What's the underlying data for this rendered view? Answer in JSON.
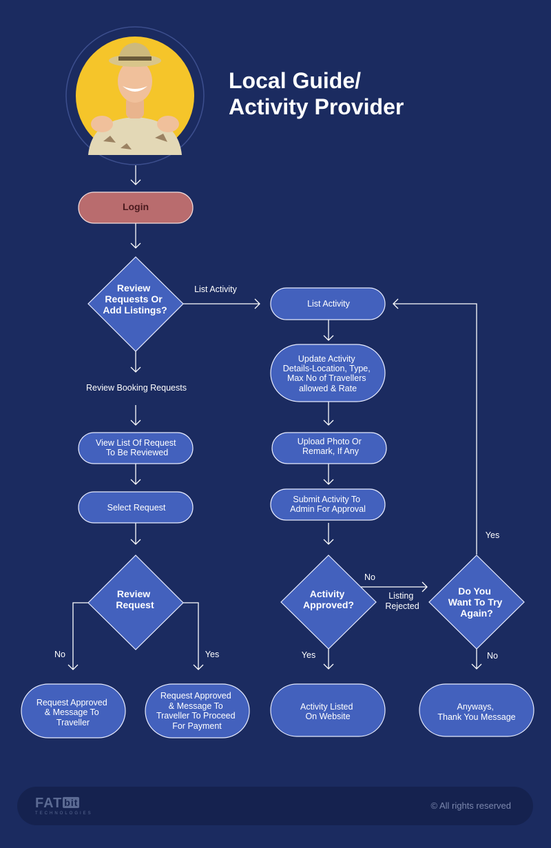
{
  "title": {
    "line1": "Local Guide/",
    "line2": "Activity Provider"
  },
  "nodes": {
    "login": "Login",
    "review_or_add": [
      "Review",
      "Requests Or",
      "Add Listings?"
    ],
    "review_booking": "Review Booking Requests",
    "view_list": [
      "View List Of Request",
      "To Be Reviewed"
    ],
    "select_request": "Select Request",
    "review_request": [
      "Review",
      "Request"
    ],
    "approved_traveller": [
      "Request Approved",
      "& Message To",
      "Traveller"
    ],
    "approved_payment": [
      "Request Approved",
      "& Message To",
      "Traveller To Proceed",
      "For Payment"
    ],
    "list_activity": "List Activity",
    "update_activity": [
      "Update Activity",
      "Details-Location, Type,",
      "Max No of Travellers",
      "allowed & Rate"
    ],
    "upload_photo": [
      "Upload Photo Or",
      "Remark, If Any"
    ],
    "submit_activity": [
      "Submit Activity To",
      "Admin For Approval"
    ],
    "activity_approved": [
      "Activity",
      "Approved?"
    ],
    "activity_listed": [
      "Activity Listed",
      "On Website"
    ],
    "try_again": [
      "Do You",
      "Want To Try",
      "Again?"
    ],
    "thank_you": [
      "Anyways,",
      "Thank You Message"
    ]
  },
  "edge_labels": {
    "list_activity": "List Activity",
    "review_no": "No",
    "review_yes": "Yes",
    "approved_no": "No",
    "listing_rejected": [
      "Listing",
      "Rejected"
    ],
    "approved_yes": "Yes",
    "try_yes": "Yes",
    "try_no": "No"
  },
  "footer": {
    "logo_main": "FAT",
    "logo_bit": "bit",
    "logo_sub": "TECHNOLOGIES",
    "rights": "© All rights reserved"
  },
  "colors": {
    "background": "#1b2b60",
    "node_fill": "#4361bd",
    "login_fill": "#b96c6e",
    "avatar_bg": "#f5c52a"
  }
}
